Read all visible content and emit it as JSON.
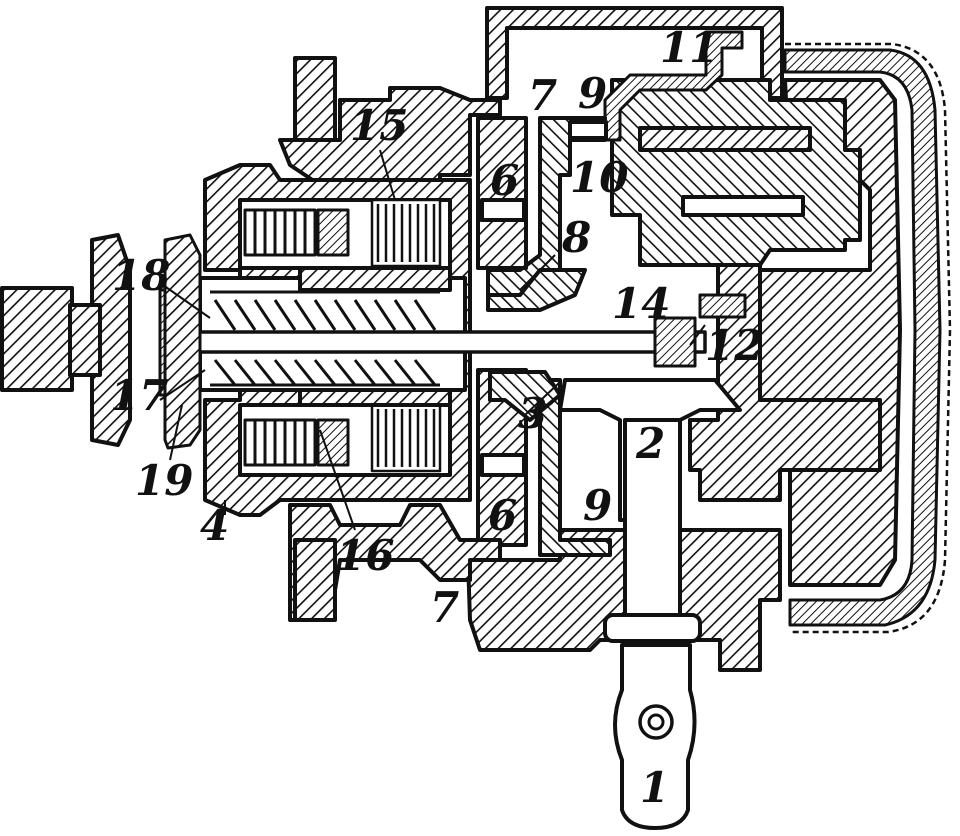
{
  "figure": {
    "ink_color": "#111111",
    "paper_color": "#ffffff",
    "hatch_style": "diagonal-45",
    "labels": [
      {
        "id": "p1",
        "text": "1"
      },
      {
        "id": "p2",
        "text": "2"
      },
      {
        "id": "p3",
        "text": "3"
      },
      {
        "id": "p4",
        "text": "4"
      },
      {
        "id": "p6a",
        "text": "6"
      },
      {
        "id": "p6b",
        "text": "6"
      },
      {
        "id": "p7a",
        "text": "7"
      },
      {
        "id": "p7b",
        "text": "7"
      },
      {
        "id": "p8",
        "text": "8"
      },
      {
        "id": "p9a",
        "text": "9"
      },
      {
        "id": "p9b",
        "text": "9"
      },
      {
        "id": "p10",
        "text": "10"
      },
      {
        "id": "p11",
        "text": "11"
      },
      {
        "id": "p12",
        "text": "12"
      },
      {
        "id": "p14",
        "text": "14"
      },
      {
        "id": "p15",
        "text": "15"
      },
      {
        "id": "p16",
        "text": "16"
      },
      {
        "id": "p17",
        "text": "17"
      },
      {
        "id": "p18",
        "text": "18"
      },
      {
        "id": "p19",
        "text": "19"
      }
    ]
  }
}
